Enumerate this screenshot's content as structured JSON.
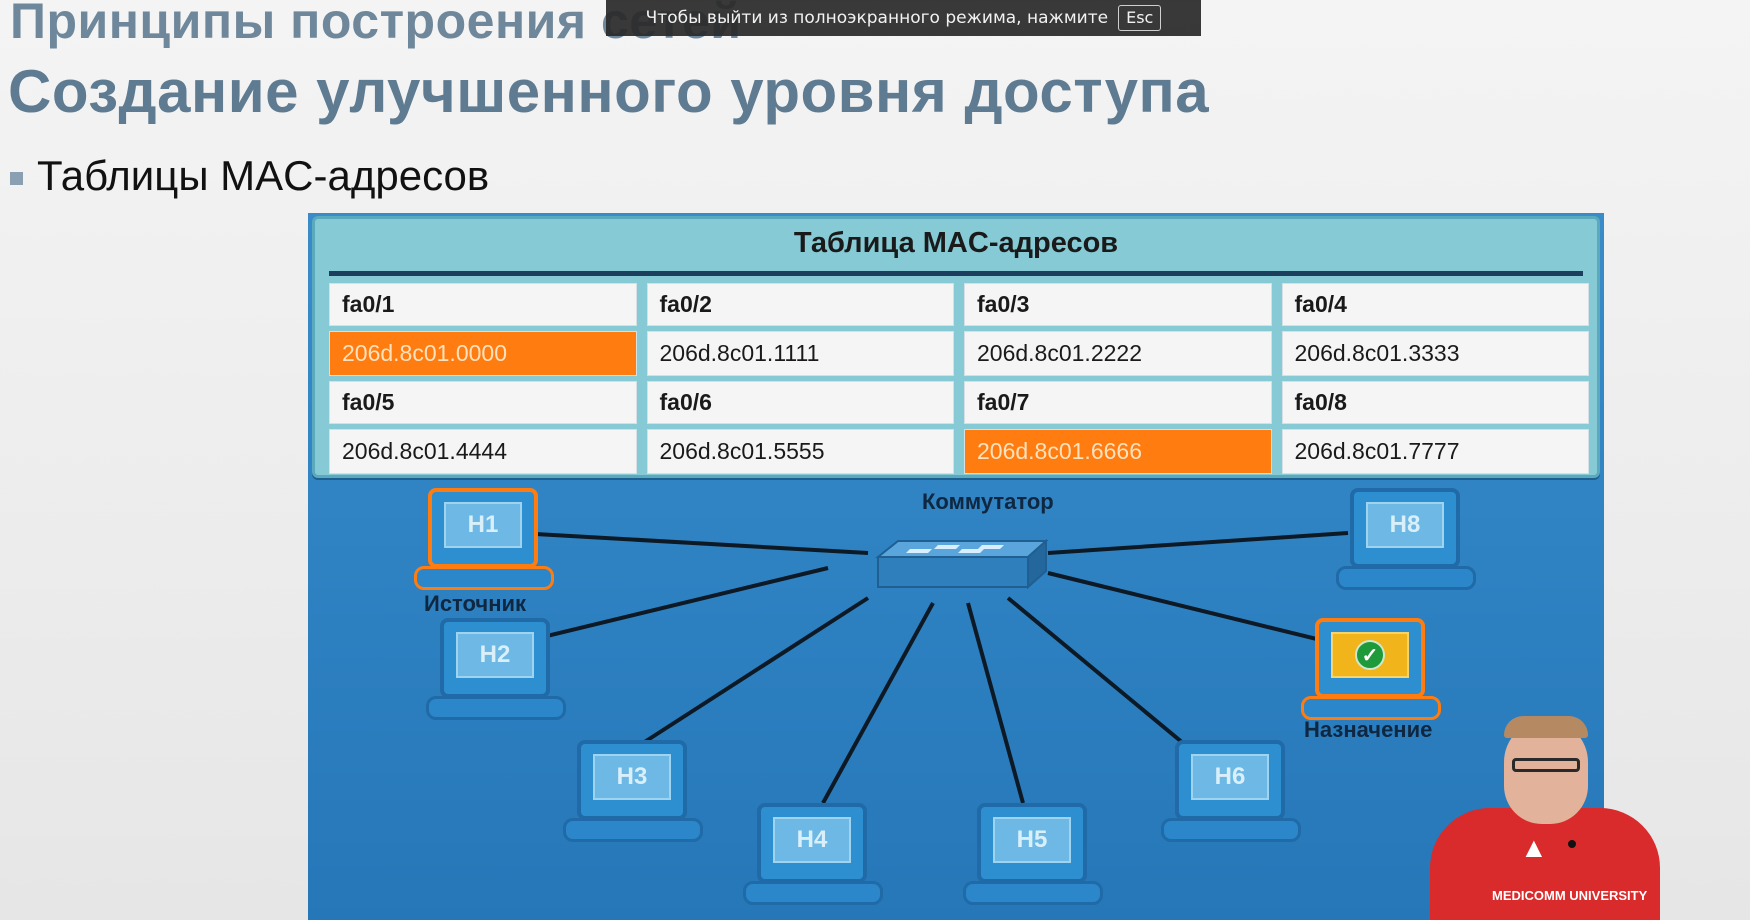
{
  "fullscreen_notice": {
    "text": "Чтобы выйти из полноэкранного режима, нажмите",
    "key": "Esc"
  },
  "slide": {
    "title": "Принципы построения сетей",
    "subtitle": "Создание улучшенного уровня доступа",
    "bullet": "Таблицы MAC-адресов"
  },
  "mac_table": {
    "title": "Таблица MAC-адресов",
    "rows": [
      {
        "ports": [
          "fa0/1",
          "fa0/2",
          "fa0/3",
          "fa0/4"
        ],
        "macs": [
          "206d.8c01.0000",
          "206d.8c01.1111",
          "206d.8c01.2222",
          "206d.8c01.3333"
        ]
      },
      {
        "ports": [
          "fa0/5",
          "fa0/6",
          "fa0/7",
          "fa0/8"
        ],
        "macs": [
          "206d.8c01.4444",
          "206d.8c01.5555",
          "206d.8c01.6666",
          "206d.8c01.7777"
        ]
      }
    ],
    "highlight_color": "#ff7c10"
  },
  "network": {
    "switch_label": "Коммутатор",
    "hosts": [
      "H1",
      "H2",
      "H3",
      "H4",
      "H5",
      "H6",
      "H8"
    ],
    "source_caption": "Источник",
    "destination_caption": "Назначение",
    "destination_check": "✓"
  },
  "presenter": {
    "shirt_text": "MEDICOMM UNIVERSITY"
  }
}
